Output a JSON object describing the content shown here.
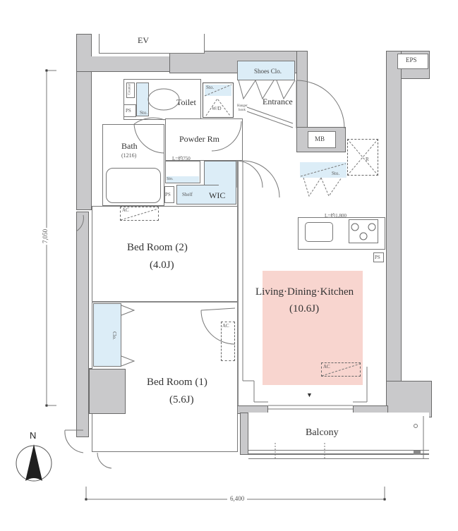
{
  "floorplan": {
    "rooms": {
      "ev": "EV",
      "eps": "EPS",
      "shoes_closet": "Shoes Clo.",
      "entrance": "Entrance",
      "hanger_hook": "Hanger hook",
      "toilet": "Toilet",
      "counter": "Counter",
      "ps_toilet": "PS",
      "sto_toilet": "Sto.",
      "sto_wd": "Sto.",
      "wd": "W/D",
      "mb": "MB",
      "r": "R",
      "sto_kitchen": "Sto.",
      "bath": "Bath",
      "bath_size": "(1216)",
      "powder_room": "Powder Rm",
      "vanity_length": "L=约750",
      "sto_vanity": "Sto.",
      "ps_wic": "PS",
      "shelf": "Shelf",
      "wic": "WIC",
      "kitchen_length": "L=约1,800",
      "ps_kitchen": "PS",
      "bedroom2_name": "Bed Room (2)",
      "bedroom2_size": "(4.0J)",
      "bedroom1_name": "Bed Room (1)",
      "bedroom1_size": "(5.6J)",
      "closet": "Clo.",
      "ldk_name": "Living·Dining·Kitchen",
      "ldk_size": "(10.6J)",
      "balcony": "Balcony",
      "ac1": "AC",
      "ac2": "AC",
      "ac3": "AC"
    },
    "dimensions": {
      "height": "7,050",
      "width": "6,400"
    },
    "compass": {
      "label": "N"
    },
    "colors": {
      "wall": "#c9c9cb",
      "wet_area": "#dcedf7",
      "ldk_highlight": "#f8d5cf"
    }
  }
}
